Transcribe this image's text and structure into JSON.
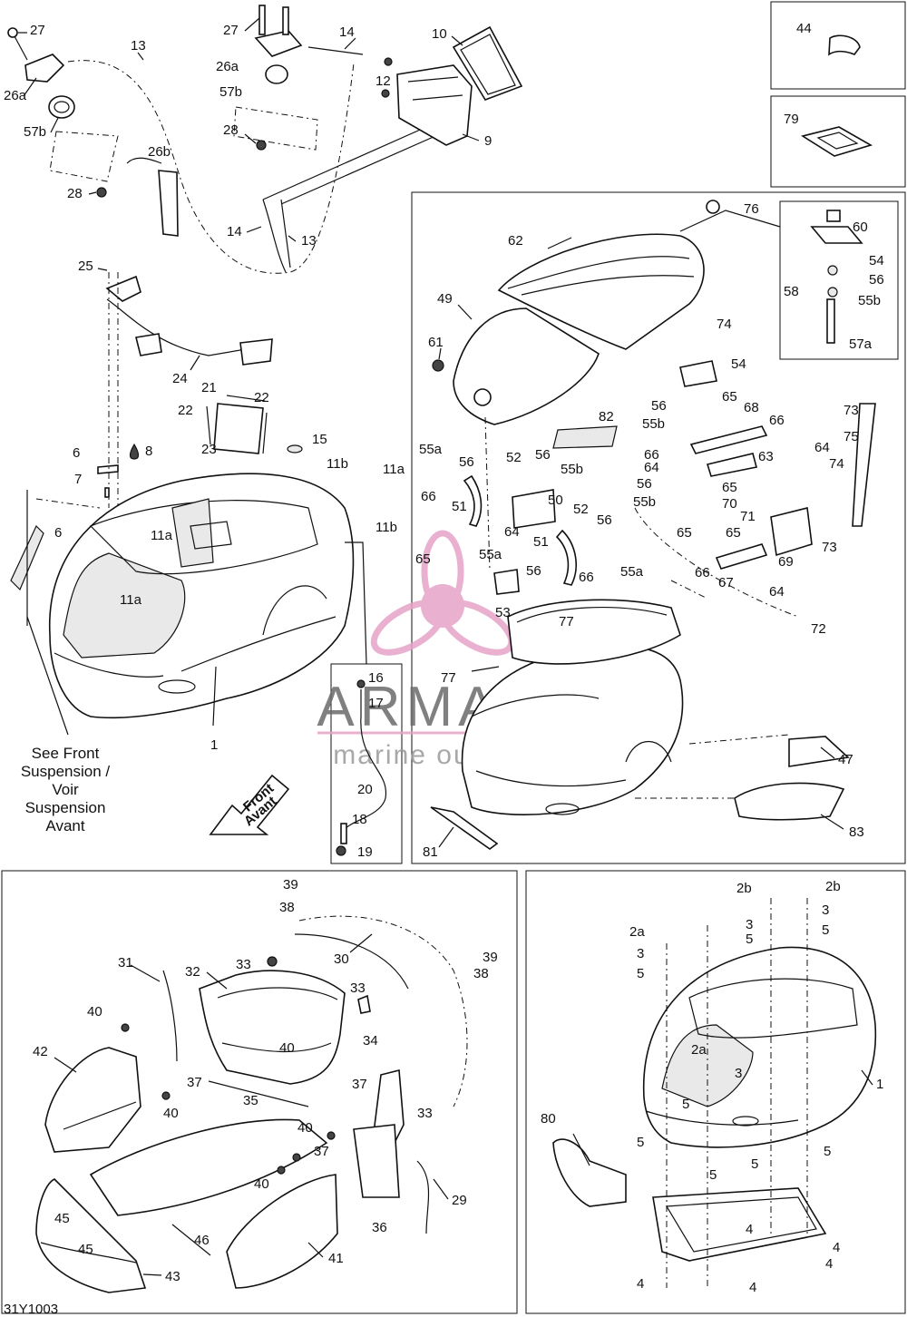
{
  "diagram_code": "31Y1003",
  "watermark": {
    "brand": "ARMADA",
    "tagline": "marine outboards"
  },
  "notes": {
    "see_front_suspension": [
      "See Front",
      "Suspension /",
      "Voir",
      "Suspension",
      "Avant"
    ],
    "front_arrow": [
      "Front",
      "Avant"
    ]
  },
  "callouts": {
    "top": [
      "27",
      "13",
      "27",
      "14",
      "10",
      "26a",
      "26a",
      "57b",
      "57b",
      "12",
      "28",
      "26b",
      "28",
      "9",
      "14",
      "13",
      "25",
      "24",
      "21",
      "22",
      "22",
      "6",
      "8",
      "23",
      "15",
      "11b",
      "11a",
      "7",
      "11a",
      "11b",
      "6",
      "1",
      "16",
      "17",
      "20",
      "18",
      "19"
    ],
    "right_box": [
      "44",
      "79",
      "76",
      "60",
      "62",
      "54",
      "56",
      "58",
      "55b",
      "57a",
      "49",
      "61",
      "74",
      "54",
      "56",
      "55b",
      "73",
      "65",
      "68",
      "66",
      "75",
      "82",
      "55a",
      "56",
      "52",
      "56",
      "55b",
      "64",
      "63",
      "64",
      "74",
      "66",
      "66",
      "56",
      "55b",
      "65",
      "70",
      "71",
      "50",
      "51",
      "52",
      "56",
      "65",
      "65",
      "64",
      "51",
      "55a",
      "56",
      "66",
      "55a",
      "73",
      "69",
      "66",
      "67",
      "64",
      "53",
      "77",
      "72",
      "77",
      "47",
      "83",
      "81"
    ],
    "bottom_left": [
      "39",
      "38",
      "30",
      "39",
      "38",
      "31",
      "32",
      "33",
      "33",
      "40",
      "34",
      "40",
      "42",
      "37",
      "37",
      "35",
      "40",
      "33",
      "40",
      "37",
      "29",
      "40",
      "36",
      "46",
      "45",
      "45",
      "41",
      "43"
    ],
    "bottom_right": [
      "2b",
      "2b",
      "3",
      "3",
      "5",
      "5",
      "2a",
      "3",
      "5",
      "2a",
      "3",
      "1",
      "5",
      "80",
      "5",
      "5",
      "5",
      "5",
      "4",
      "4",
      "4",
      "4",
      "4"
    ]
  }
}
